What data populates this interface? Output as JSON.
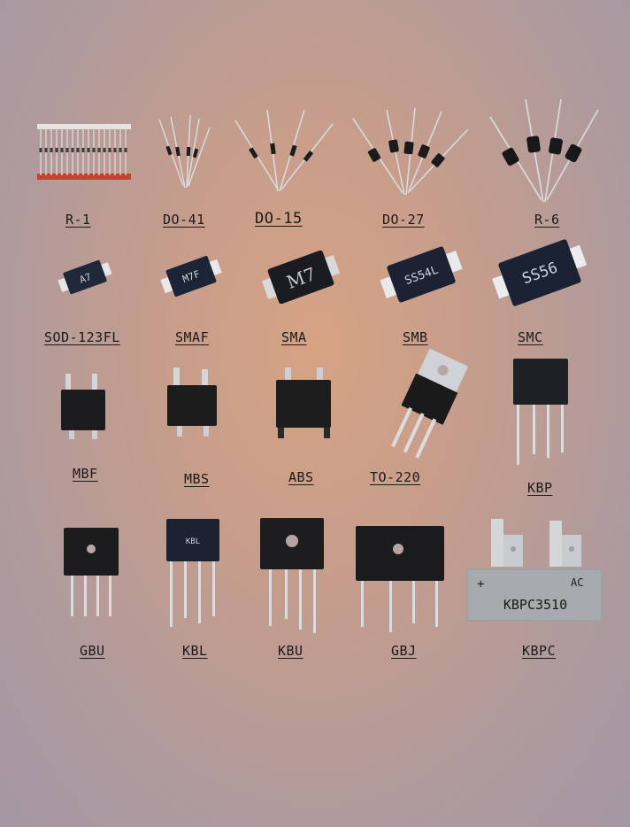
{
  "labels": {
    "r1": "R-1",
    "do41": "DO-41",
    "do15": "DO-15",
    "do27": "DO-27",
    "r6": "R-6",
    "sod123fl": "SOD-123FL",
    "smaf": "SMAF",
    "sma": "SMA",
    "smb": "SMB",
    "smc": "SMC",
    "mbf": "MBF",
    "mbs": "MBS",
    "abs": "ABS",
    "to220": "TO-220",
    "kbp": "KBP",
    "gbu": "GBU",
    "kbl": "KBL",
    "kbu": "KBU",
    "gbj": "GBJ",
    "kbpc": "KBPC"
  },
  "markings": {
    "sod123fl": "A7",
    "smaf": "M7F",
    "sma": "M7",
    "smb": "SS54L",
    "smc": "SS56",
    "kbl": "KBL",
    "kbpc": "KBPC3510",
    "kbpc_plus": "+",
    "kbpc_ac": "AC"
  }
}
